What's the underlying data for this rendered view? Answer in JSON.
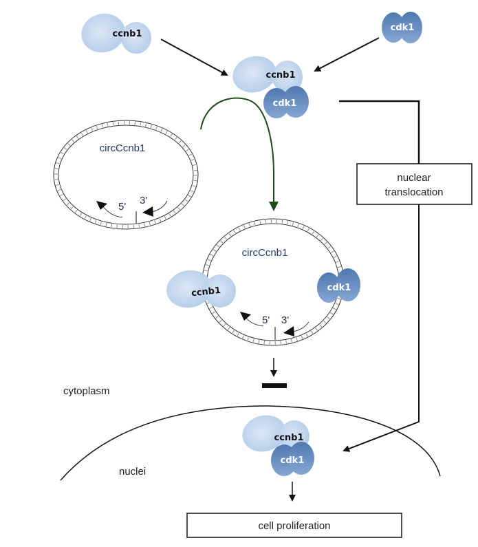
{
  "diagram": {
    "proteins": {
      "ccnb1_label": "ccnb1",
      "cdk1_label": "cdk1"
    },
    "circrna": {
      "label": "circCcnb1",
      "five_prime": "5'",
      "three_prime": "3'"
    },
    "boxes": {
      "nuclear_translocation_line1": "nuclear",
      "nuclear_translocation_line2": "translocation",
      "cell_proliferation": "cell proliferation"
    },
    "regions": {
      "cytoplasm": "cytoplasm",
      "nuclei": "nuclei"
    },
    "colors": {
      "ccnb1_fill": "#c9dcf2",
      "cdk1_fill": "#5f86bb",
      "green_arrow": "#1d4a1d",
      "line": "#111111"
    }
  }
}
